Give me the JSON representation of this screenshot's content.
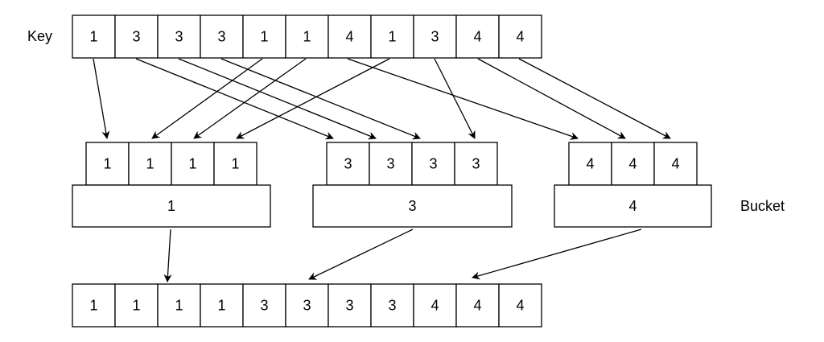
{
  "labels": {
    "key": "Key",
    "bucket": "Bucket"
  },
  "key_row": [
    "1",
    "3",
    "3",
    "3",
    "1",
    "1",
    "4",
    "1",
    "3",
    "4",
    "4"
  ],
  "buckets": [
    {
      "label": "1",
      "items": [
        "1",
        "1",
        "1",
        "1"
      ]
    },
    {
      "label": "3",
      "items": [
        "3",
        "3",
        "3",
        "3"
      ]
    },
    {
      "label": "4",
      "items": [
        "4",
        "4",
        "4"
      ]
    }
  ],
  "output_row": [
    "1",
    "1",
    "1",
    "1",
    "3",
    "3",
    "3",
    "3",
    "4",
    "4",
    "4"
  ]
}
